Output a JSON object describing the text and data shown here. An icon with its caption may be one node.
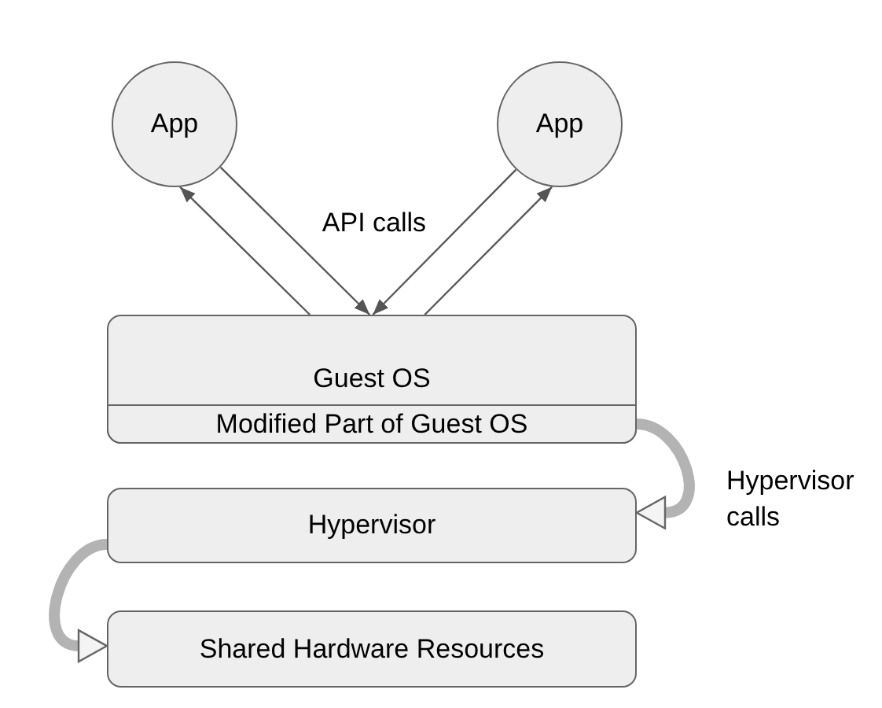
{
  "diagram": {
    "nodes": [
      {
        "text": [
          "App"
        ]
      },
      {
        "text": [
          "App"
        ]
      },
      {
        "text": [
          "Guest OS"
        ]
      },
      {
        "text": [
          "Modified Part of Guest OS"
        ],
        "in": 2
      },
      {
        "text": [
          "Hypervisor"
        ]
      },
      {
        "text": [
          "Shared Hardware Resources"
        ]
      }
    ],
    "edges": [
      {
        "from": 2,
        "to": 0,
        "arrow": "to"
      },
      {
        "from": 0,
        "to": 2,
        "arrow": "to"
      },
      {
        "from": 1,
        "to": 2,
        "arrow": "to"
      },
      {
        "from": 2,
        "to": 1,
        "arrow": "to"
      },
      {
        "from": 3,
        "to": 4,
        "arrow": "to",
        "label": "Hypervisor calls",
        "style": "thick"
      },
      {
        "from": 4,
        "to": 5,
        "arrow": "to",
        "style": "thick"
      }
    ],
    "labels": [
      "API calls"
    ]
  }
}
